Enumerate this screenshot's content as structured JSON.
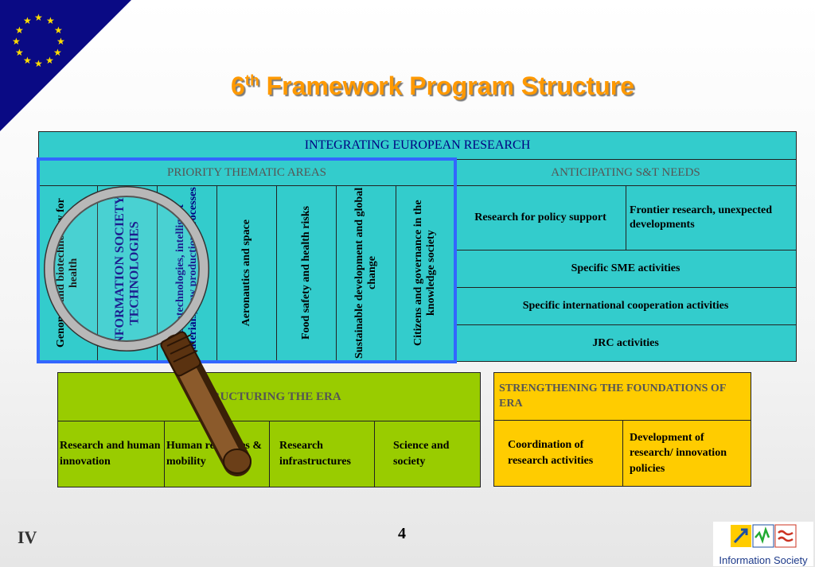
{
  "slide": {
    "title_prefix": "6",
    "title_sup": "th",
    "title_rest": " Framework Program Structure",
    "page_number": "4",
    "section_numeral": "IV"
  },
  "integrating": {
    "header": "INTEGRATING EUROPEAN RESEARCH",
    "priority_header": "PRIORITY THEMATIC AREAS",
    "priority_columns": [
      "Genomic and biotechnology for health",
      "INFORMATION SOCIETY TECHNOLOGIES",
      "Nanotechnologies, intelligent materials, new production processes",
      "Aeronautics and space",
      "Food safety and health risks",
      "Sustainable development and global change",
      "Citizens and governance in the knowledge society"
    ],
    "anticipating_header": "ANTICIPATING S&T NEEDS",
    "policy_support": "Research for policy support",
    "frontier": "Frontier research, unexpected developments",
    "sme": "Specific SME activities",
    "international": "Specific international cooperation activities",
    "jrc": "JRC activities"
  },
  "structuring": {
    "header": "STRUCTURING THE ERA",
    "items": [
      "Research and human innovation",
      "Human resources & mobility",
      "Research infrastructures",
      "Science and society"
    ]
  },
  "strengthening": {
    "header": "STRENGTHENING THE FOUNDATIONS OF ERA",
    "items": [
      "Coordination of research activities",
      "Development of research/ innovation policies"
    ]
  },
  "logo": {
    "text": "Information Society"
  },
  "colors": {
    "teal": "#33cccc",
    "green": "#99cc00",
    "gold": "#ffcc00",
    "eu_blue": "#000080",
    "title": "#ff9900",
    "highlight": "#3366ff"
  }
}
